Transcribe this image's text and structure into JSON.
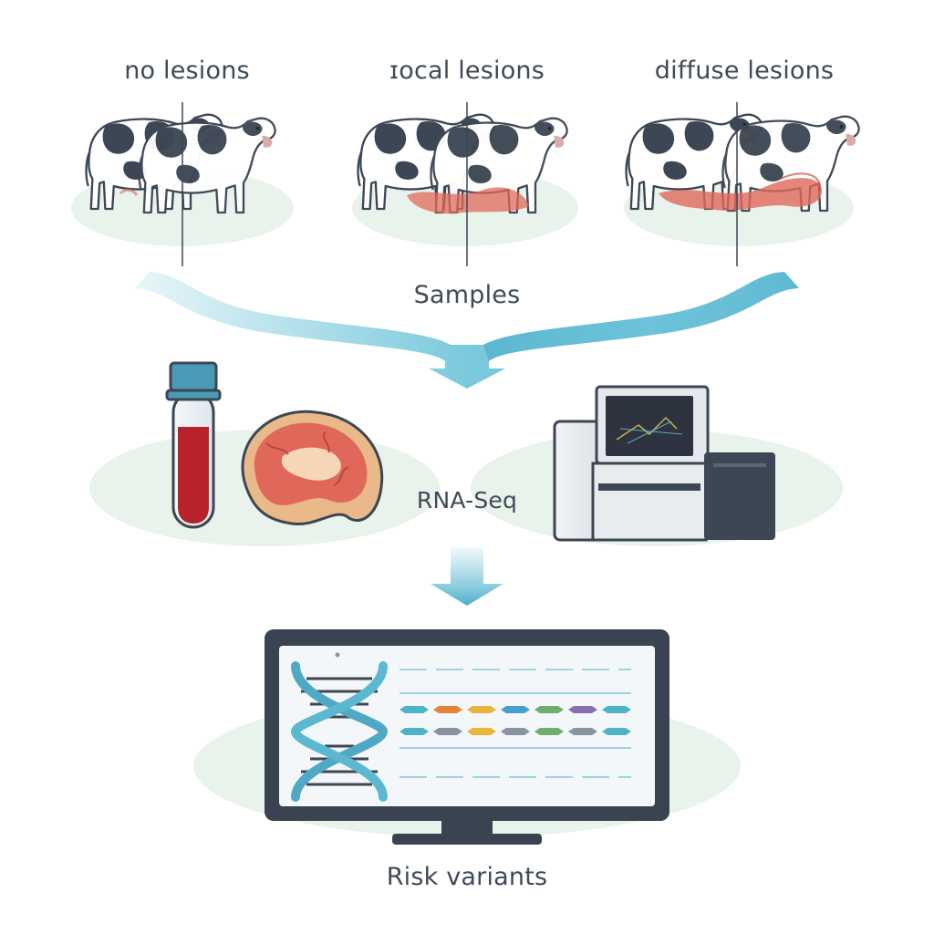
{
  "groups": [
    {
      "label": "no lesions",
      "lesion_level": "none"
    },
    {
      "label": "ɪocal lesions",
      "lesion_level": "focal"
    },
    {
      "label": "diffuse lesions",
      "lesion_level": "diffuse"
    }
  ],
  "steps": {
    "samples": "Samples",
    "rnaseq": "RNA-Seq",
    "result": "Risk variants"
  },
  "colors": {
    "arrow": "#6cc3d9",
    "background_blob": "#e8f3ec",
    "text": "#3f4a57",
    "cow_black": "#3d4654",
    "lesion": "#e0685a",
    "blood": "#b8232b",
    "tube_cap": "#4a9ab5",
    "screen_frame": "#3a4352",
    "variant_palette": [
      "#4fb3c8",
      "#e3833a",
      "#e7b53b",
      "#4a9dd0",
      "#6cae6a",
      "#8a6db0"
    ]
  },
  "icons": [
    "cow-icon",
    "blood-tube-icon",
    "tissue-slice-icon",
    "sequencer-icon",
    "monitor-icon",
    "dna-helix-icon"
  ]
}
